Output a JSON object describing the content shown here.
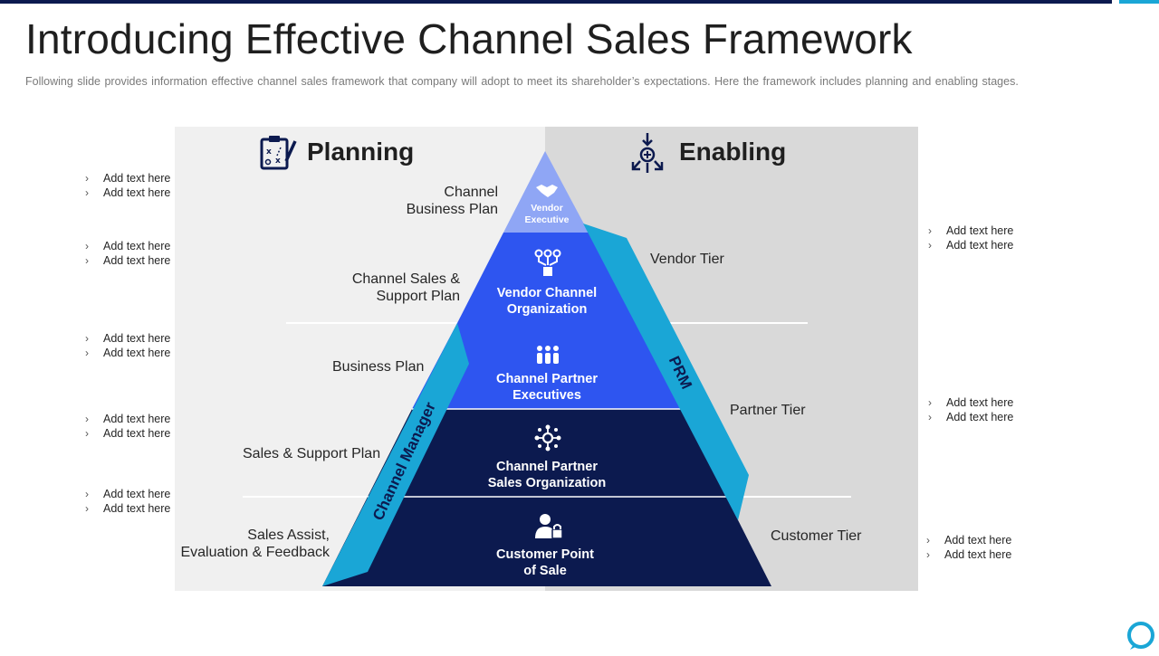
{
  "title": "Introducing Effective Channel Sales Framework",
  "subtitle": "Following slide provides information effective channel sales framework that company will adopt to meet its shareholder’s expectations. Here the framework includes planning and enabling stages.",
  "stages": {
    "planning": {
      "label": "Planning",
      "icon": "clipboard-strategy-icon"
    },
    "enabling": {
      "label": "Enabling",
      "icon": "arrows-to-center-icon"
    }
  },
  "pyramid": {
    "layers": [
      {
        "label": "Vendor Executive",
        "icon": "handshake-icon",
        "color": "#8fa6f5"
      },
      {
        "label": "Vendor Channel Organization",
        "icon": "network-sitemap-icon",
        "color": "#2e55f0"
      },
      {
        "label": "Channel Partner Executives",
        "icon": "team-people-icon",
        "color": "#2e55f0"
      },
      {
        "label": "Channel Partner Sales Organization",
        "icon": "hub-network-icon",
        "color": "#0c1a4f"
      },
      {
        "label": "Customer Point of Sale",
        "icon": "user-lock-icon",
        "color": "#0c1a4f"
      }
    ],
    "left_band": "Channel Manager",
    "right_band": "PRM",
    "band_color": "#1aa6d6"
  },
  "left_labels": {
    "l1a": "Channel",
    "l1b": "Business Plan",
    "l2a": "Channel Sales &",
    "l2b": "Support Plan",
    "l3": "Business Plan",
    "l4": "Sales & Support Plan",
    "l5a": "Sales Assist,",
    "l5b": "Evaluation & Feedback"
  },
  "right_labels": {
    "r1": "Vendor Tier",
    "r2": "Partner Tier",
    "r3": "Customer Tier"
  },
  "layer_text": {
    "t1a": "Vendor",
    "t1b": "Executive",
    "t2a": "Vendor Channel",
    "t2b": "Organization",
    "t3a": "Channel Partner",
    "t3b": "Executives",
    "t4a": "Channel Partner",
    "t4b": "Sales Organization",
    "t5a": "Customer Point",
    "t5b": "of Sale"
  },
  "bullets": {
    "left": [
      [
        "Add text here",
        "Add text here"
      ],
      [
        "Add text here",
        "Add text here"
      ],
      [
        "Add text here",
        "Add text here"
      ],
      [
        "Add text here",
        "Add text here"
      ],
      [
        "Add text here",
        "Add text here"
      ]
    ],
    "right": [
      [
        "Add text here",
        "Add text here"
      ],
      [
        "Add text here",
        "Add text here"
      ],
      [
        "Add text here",
        "Add text here"
      ]
    ]
  },
  "colors": {
    "dark_navy": "#0c1a4f",
    "accent_blue": "#2e55f0",
    "light_blue": "#8fa6f5",
    "cyan": "#1aa6d6",
    "panel_left": "#f0f0f0",
    "panel_right": "#d9d9d9"
  }
}
